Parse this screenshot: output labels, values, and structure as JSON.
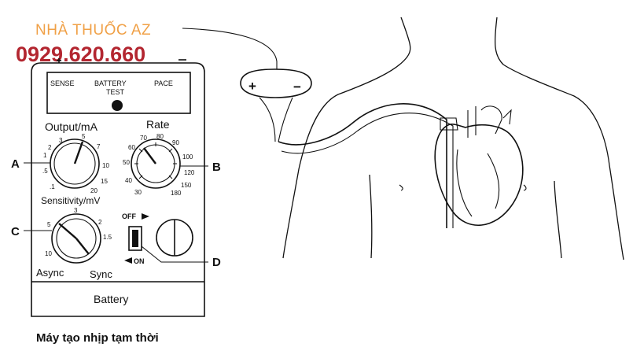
{
  "watermark": {
    "brand": "NHÀ THUỐC AZ",
    "phone": "0929.620.660"
  },
  "device": {
    "display": {
      "sense": "SENSE",
      "battery": "BATTERY",
      "test": "TEST",
      "pace": "PACE"
    },
    "output_dial": {
      "title": "Output/mA",
      "subtitle": "Sensitivity/mV",
      "ticks": [
        ".1",
        ".5",
        "1",
        "2",
        "3",
        "5",
        "7",
        "10",
        "15",
        "20"
      ]
    },
    "rate_dial": {
      "title": "Rate",
      "ticks": [
        "30",
        "40",
        "50",
        "60",
        "70",
        "80",
        "90",
        "100",
        "120",
        "150",
        "180"
      ]
    },
    "mode_dial": {
      "ticks": [
        "10",
        "5",
        "3",
        "2",
        "1.5"
      ],
      "left_label": "Async",
      "right_label": "Sync"
    },
    "switch": {
      "off": "OFF",
      "on": "ON"
    },
    "battery_label": "Battery",
    "callouts": {
      "a": "A",
      "b": "B",
      "c": "C",
      "d": "D"
    },
    "electrode": {
      "plus": "+",
      "minus": "−"
    }
  },
  "caption": "Máy tạo nhịp tạm thời"
}
